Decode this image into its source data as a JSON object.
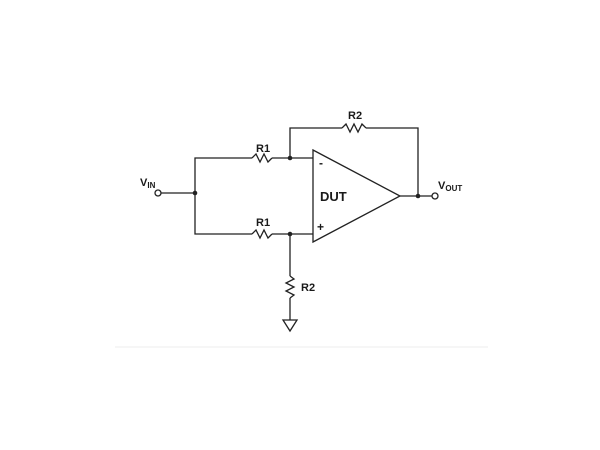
{
  "diagram": {
    "input": {
      "main": "V",
      "sub": "IN"
    },
    "output": {
      "main": "V",
      "sub": "OUT"
    },
    "opamp": {
      "label": "DUT",
      "inverting": "-",
      "noninverting": "+"
    },
    "resistors": {
      "r1_top": "R1",
      "r1_bottom": "R1",
      "r2_feedback": "R2",
      "r2_ground": "R2"
    }
  }
}
